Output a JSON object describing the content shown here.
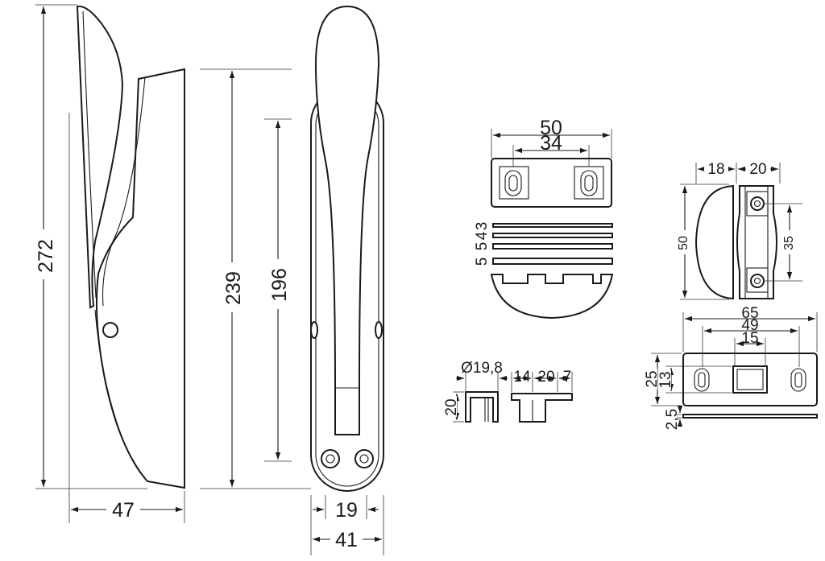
{
  "dimensions": {
    "side_height": "272",
    "side_width": "47",
    "front_height_outer": "239",
    "front_height_inner": "196",
    "front_width_inner": "19",
    "front_width_outer": "41",
    "plate_width_outer": "50",
    "plate_width_inner": "34",
    "spacer_3": "3",
    "spacer_4": "4",
    "spacer_5a": "5",
    "spacer_5b": "5",
    "round_width_left": "18",
    "round_width_right": "20",
    "round_height": "50",
    "round_hole_spacing": "35",
    "diameter": "Ø19,8",
    "pin_height": "20",
    "pin_a": "14",
    "pin_b": "20",
    "pin_c": "7",
    "strike_width_outer": "65",
    "strike_width_mid": "49",
    "strike_width_inner": "15",
    "strike_height": "25",
    "strike_height_inner": "13",
    "strike_thickness": "2,5"
  },
  "colors": {
    "line": "#1a1a1a",
    "background": "#ffffff"
  }
}
